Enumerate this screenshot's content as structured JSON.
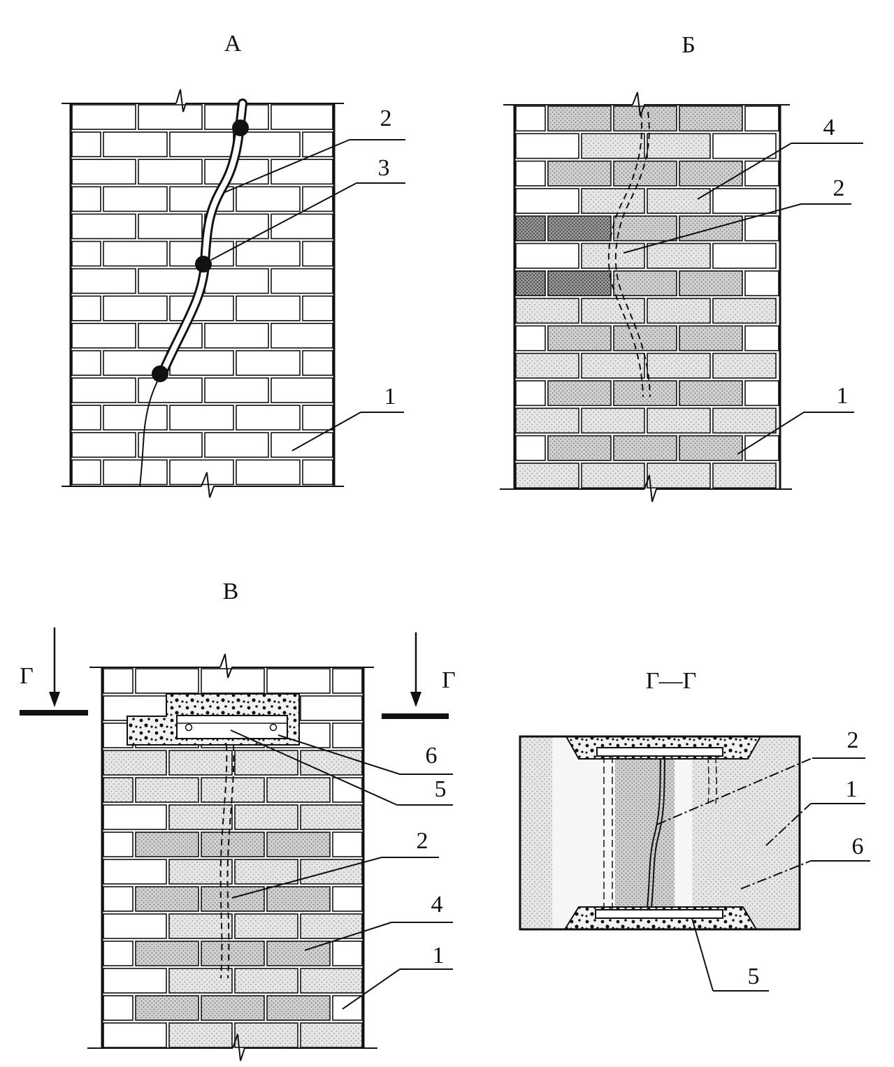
{
  "titles": {
    "a": "А",
    "b": "Б",
    "v": "В",
    "section": "Г—Г",
    "cut_left": "Г",
    "cut_right": "Г"
  },
  "callouts": {
    "a": [
      "2",
      "3",
      "1"
    ],
    "b": [
      "4",
      "2",
      "1"
    ],
    "v": [
      "6",
      "5",
      "2",
      "4",
      "1"
    ],
    "section": [
      "2",
      "1",
      "6",
      "5"
    ]
  },
  "colors": {
    "line": "#111111",
    "fill_light": "#e4e4e4",
    "fill_medium": "#cfcfcf",
    "fill_dark": "#8e8e8e"
  }
}
